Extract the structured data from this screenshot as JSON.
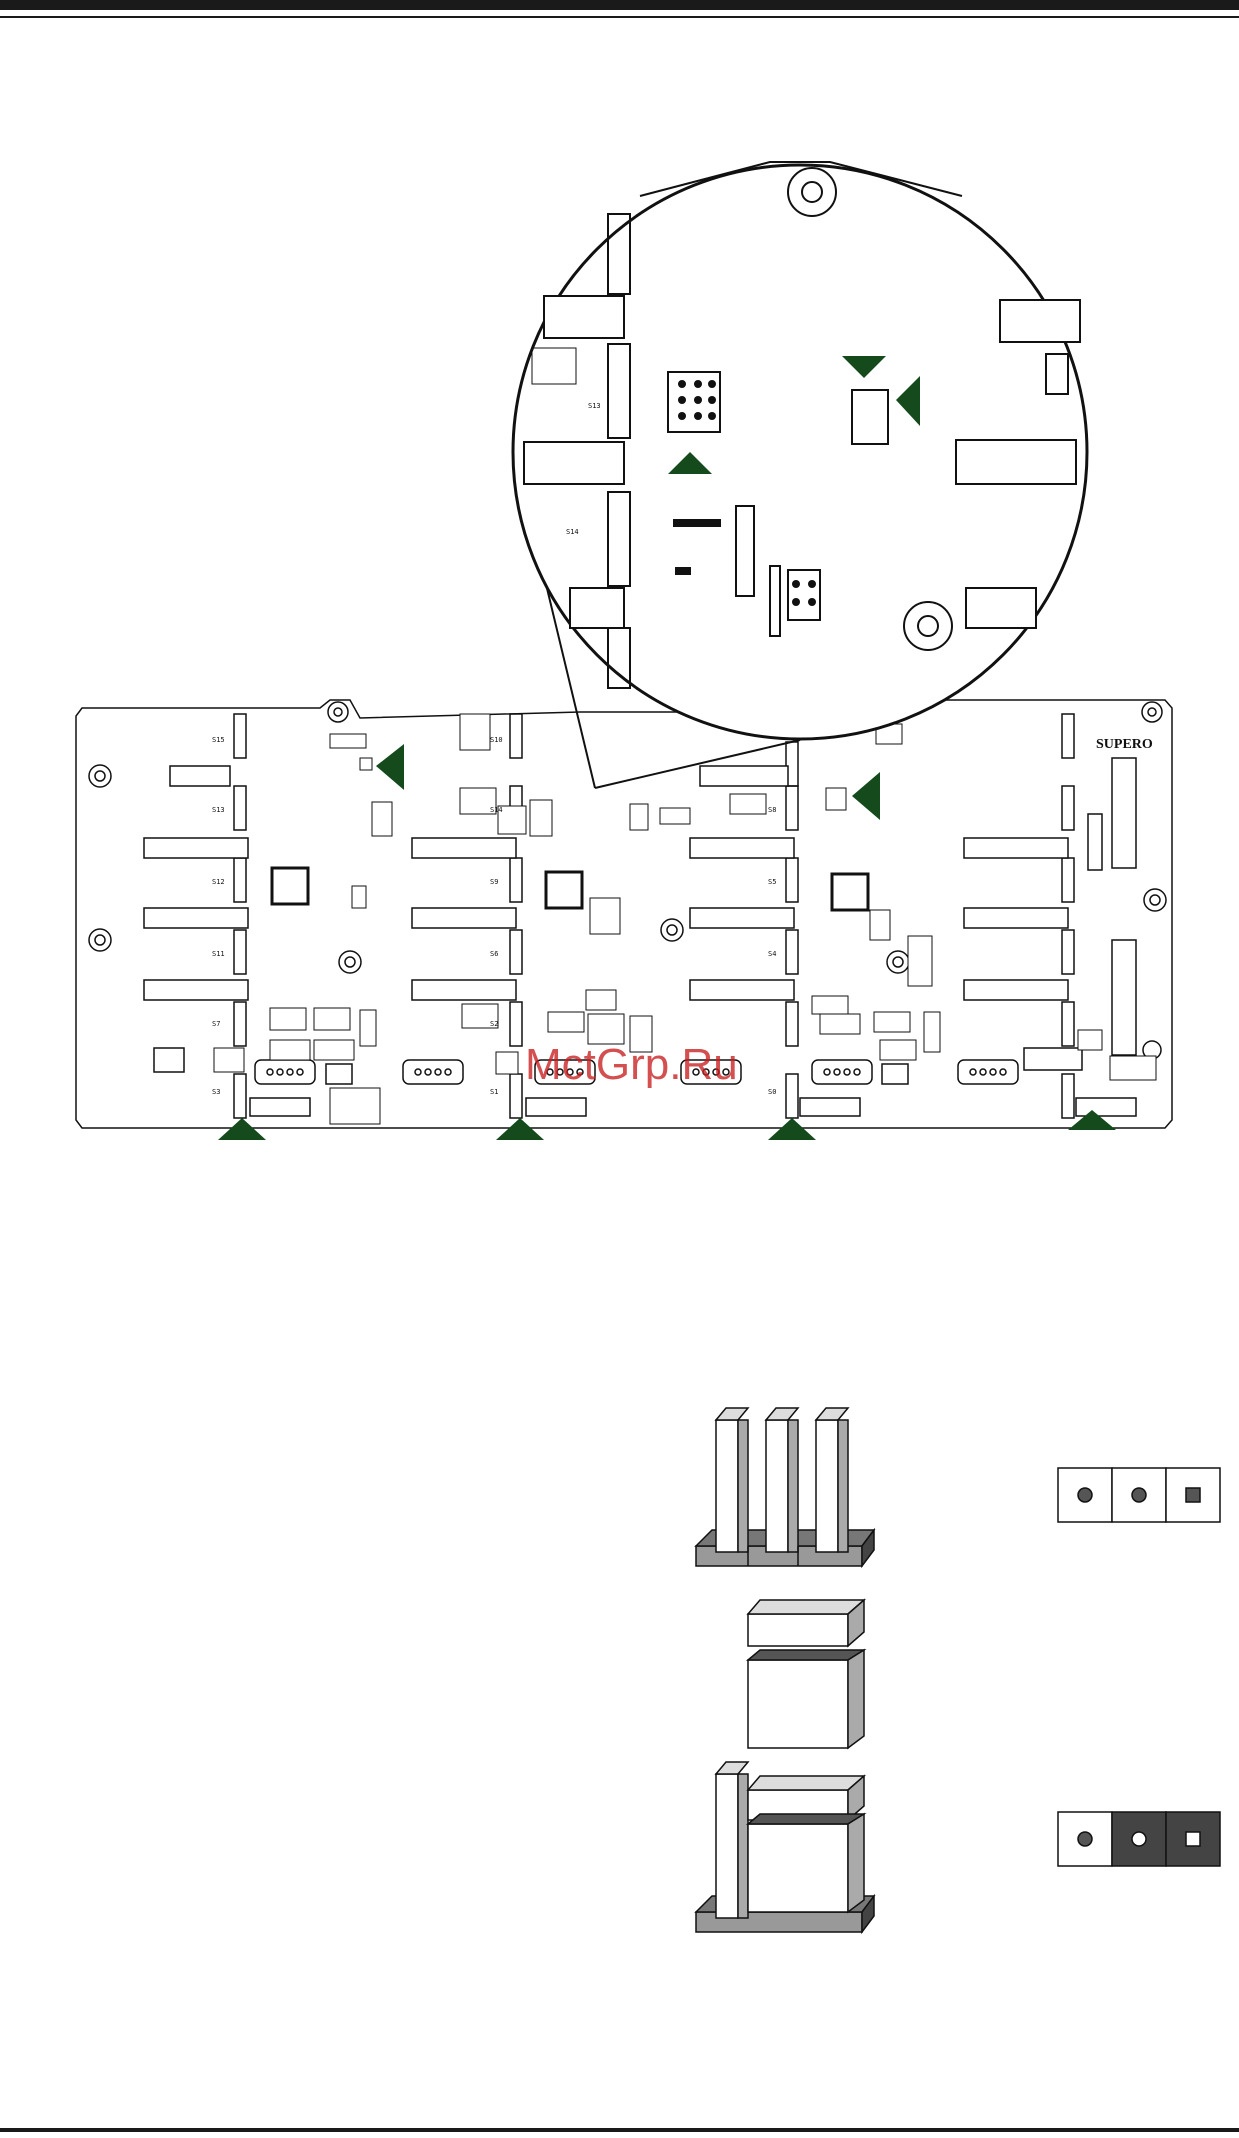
{
  "watermark": "MctGrp.Ru",
  "board": {
    "brand_logo": "SUPERO",
    "hdd_labels": [
      "S0",
      "S1",
      "S2",
      "S3",
      "S4",
      "S5",
      "S6",
      "S7",
      "S8",
      "S9",
      "S10",
      "S11",
      "S12",
      "S13",
      "S14",
      "S15"
    ],
    "zoom_labels": [
      "S13",
      "S14"
    ]
  },
  "jumper_diagram": {
    "pins_open_states": [
      "open",
      "open",
      "square"
    ],
    "pins_closed_states": [
      "open",
      "closed",
      "closed-square"
    ]
  },
  "colors": {
    "arrow": "#154a1c",
    "line": "#111111",
    "pin_shade": "#999999",
    "pin_dark": "#555555"
  }
}
